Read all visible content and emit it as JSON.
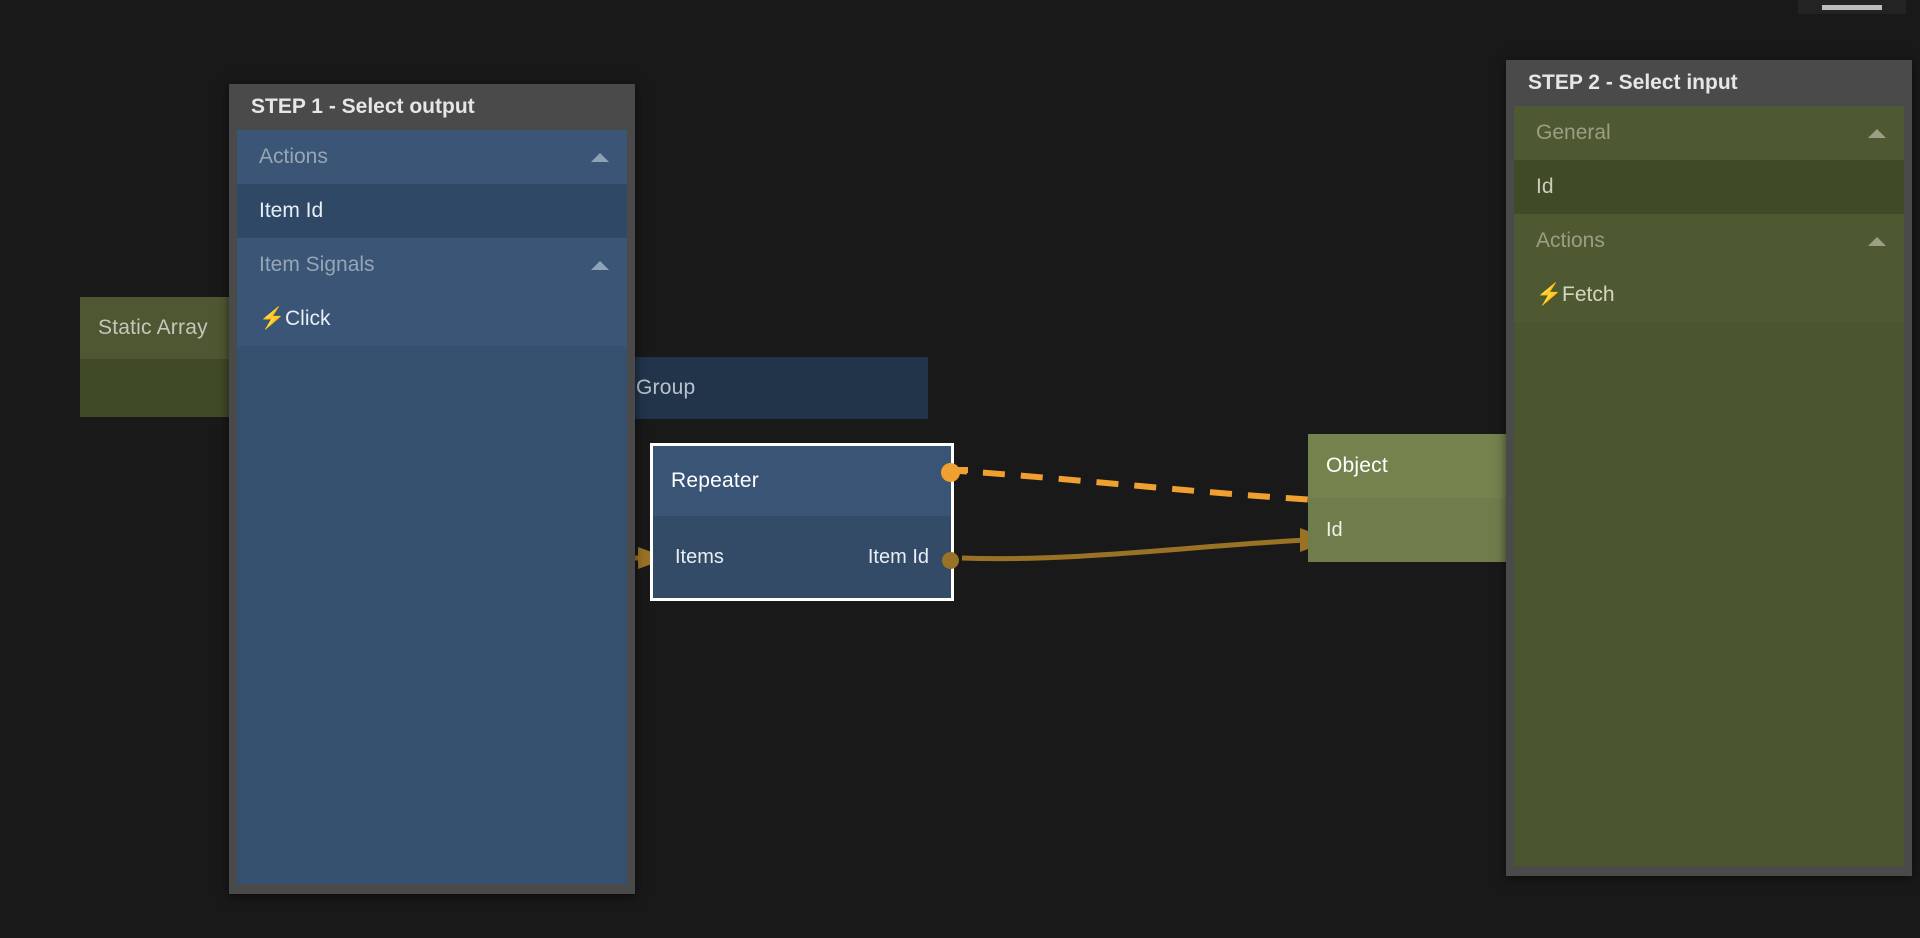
{
  "app": {
    "background_color": "#191919",
    "accent_signal_color": "#f0a030",
    "accent_value_color": "#9a7226"
  },
  "top_widget": {
    "name": "menu-bar-handle"
  },
  "canvas": {
    "nodes": [
      {
        "id": "static-array",
        "title": "Static Array",
        "type": "value",
        "color": "#4e5731",
        "ports": []
      },
      {
        "id": "group",
        "title": "Group",
        "type": "container",
        "color": "#22344a",
        "ports": []
      },
      {
        "id": "repeater",
        "title": "Repeater",
        "type": "visual",
        "color": "#395475",
        "selected": true,
        "input_port_label": "Items",
        "output_port_label": "Item Id"
      },
      {
        "id": "object",
        "title": "Object",
        "type": "value",
        "color": "#74824e",
        "input_port_label": "Id"
      }
    ],
    "connections": [
      {
        "id": "signal-connection",
        "from": "repeater.click",
        "to": "object.fetch",
        "style": "dashed",
        "color": "#f0a030"
      },
      {
        "id": "value-connection",
        "from": "repeater.item-id",
        "to": "object.id",
        "style": "solid",
        "color": "#9a7226"
      }
    ]
  },
  "panels": {
    "step1": {
      "title": "STEP 1 - Select output",
      "theme": "blue",
      "rows": [
        {
          "kind": "header",
          "label": "Actions",
          "collapse_icon": "chevron-up-icon"
        },
        {
          "kind": "item",
          "label": "Item Id",
          "icon": ""
        },
        {
          "kind": "header",
          "label": "Item Signals",
          "collapse_icon": "chevron-up-icon"
        },
        {
          "kind": "signal",
          "label": "Click",
          "icon": "bolt-icon"
        }
      ]
    },
    "step2": {
      "title": "STEP 2 - Select input",
      "theme": "olive",
      "rows": [
        {
          "kind": "header",
          "label": "General",
          "collapse_icon": "chevron-up-icon"
        },
        {
          "kind": "item",
          "label": "Id",
          "icon": ""
        },
        {
          "kind": "header",
          "label": "Actions",
          "collapse_icon": "chevron-up-icon"
        },
        {
          "kind": "signal",
          "label": "Fetch",
          "icon": "bolt-icon"
        }
      ]
    }
  }
}
